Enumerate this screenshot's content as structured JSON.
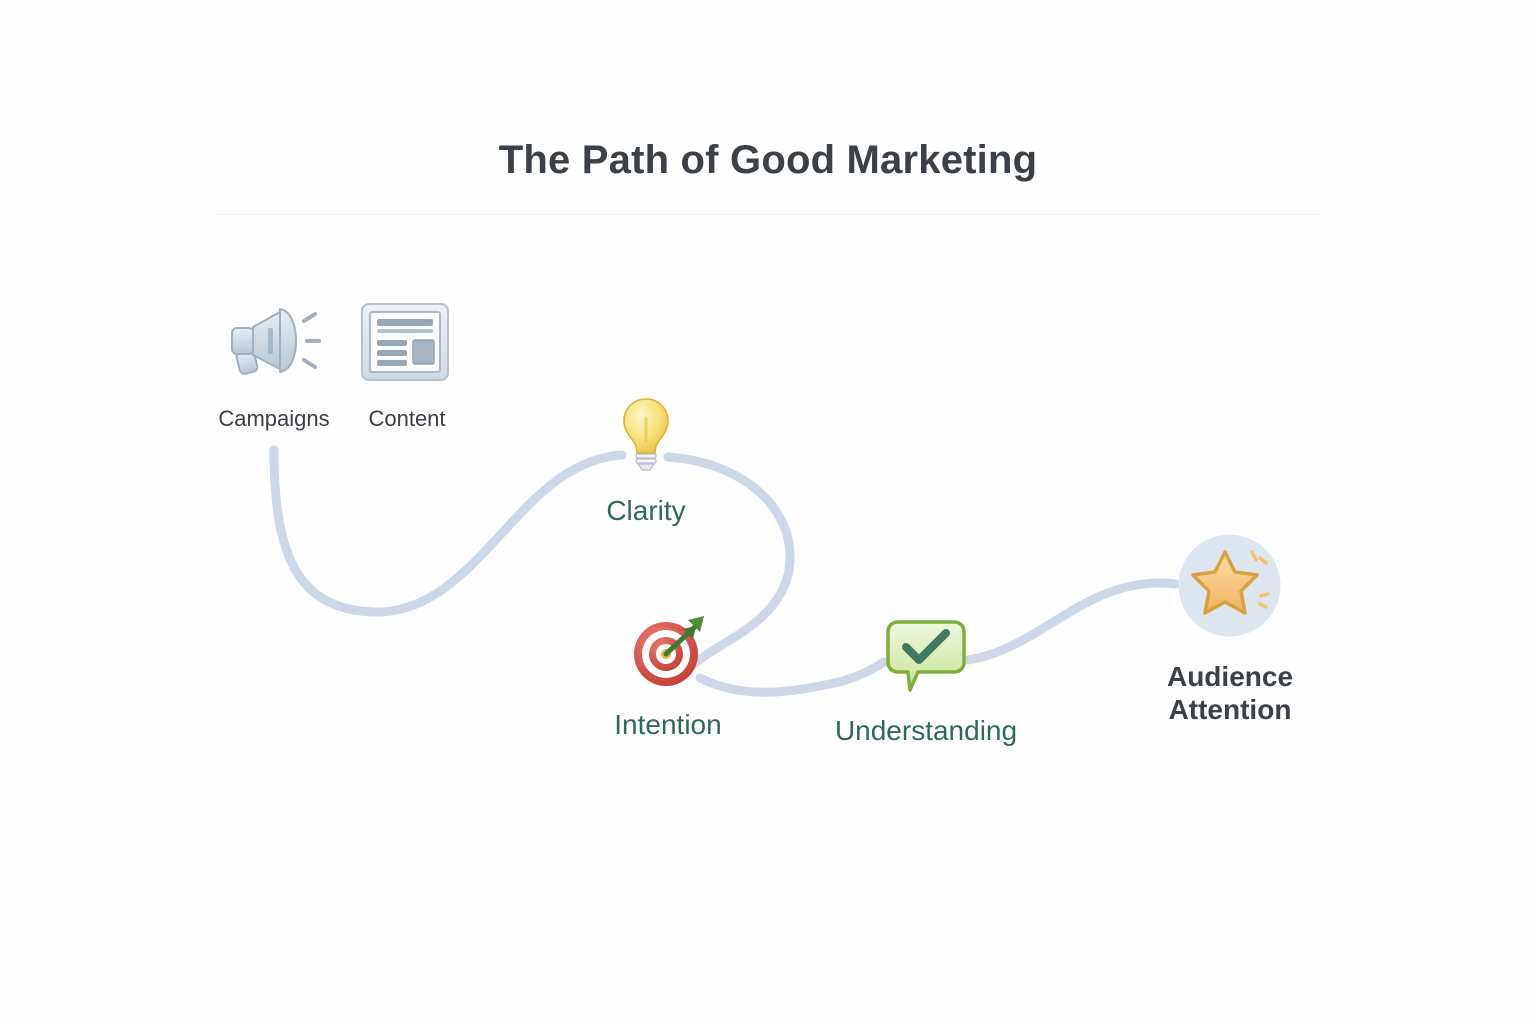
{
  "header": {
    "title": "The Path of Good Marketing"
  },
  "colors": {
    "background": "#fefefe",
    "title_text": "#3c4147",
    "divider": "#eceef0",
    "path_stroke": "#ccd8e6",
    "stage_label": "#2d6a5a",
    "source_label": "#3a3f45",
    "outcome_label": "#3c4147",
    "bulb_yellow": "#f2d24b",
    "target_red": "#d0453f",
    "dart_green": "#3f7a32",
    "bubble_green": "#8cc152",
    "check_green": "#3f7a5e",
    "star_gold": "#f5c97f",
    "star_gold_outline": "#d9a13f",
    "badge_circle": "#dde5ef",
    "icon_gray": "#c3cdd8"
  },
  "sources": [
    {
      "id": "campaigns",
      "label": "Campaigns",
      "icon": "megaphone-icon"
    },
    {
      "id": "content",
      "label": "Content",
      "icon": "article-document-icon"
    }
  ],
  "stages": [
    {
      "id": "clarity",
      "label": "Clarity",
      "icon": "lightbulb-icon"
    },
    {
      "id": "intention",
      "label": "Intention",
      "icon": "target-dart-icon"
    },
    {
      "id": "understanding",
      "label": "Understanding",
      "icon": "speech-bubble-check-icon"
    }
  ],
  "outcome": {
    "id": "audience-attention",
    "label": "Audience\nAttention",
    "icon": "star-badge-icon"
  }
}
